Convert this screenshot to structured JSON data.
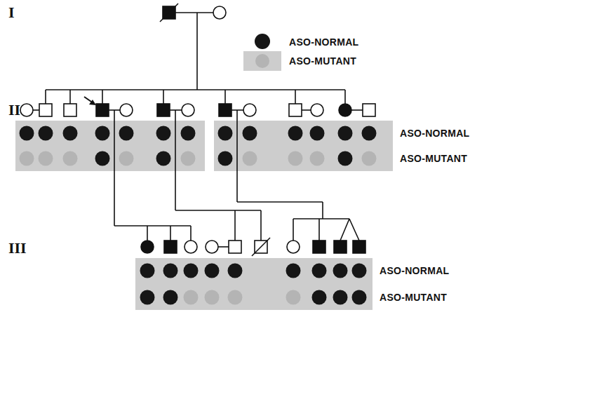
{
  "diagram": {
    "labels": [
      "I",
      "II",
      "III",
      "ASO-NORMAL",
      "ASO-MUTANT",
      "ASO-NORMAL",
      "ASO-MUTANT"
    ],
    "legend": [
      {
        "text": "ASO-NORMAL",
        "color": "#161616"
      },
      {
        "text": "ASO-MUTANT",
        "color": "#cdcdcd"
      }
    ]
  }
}
